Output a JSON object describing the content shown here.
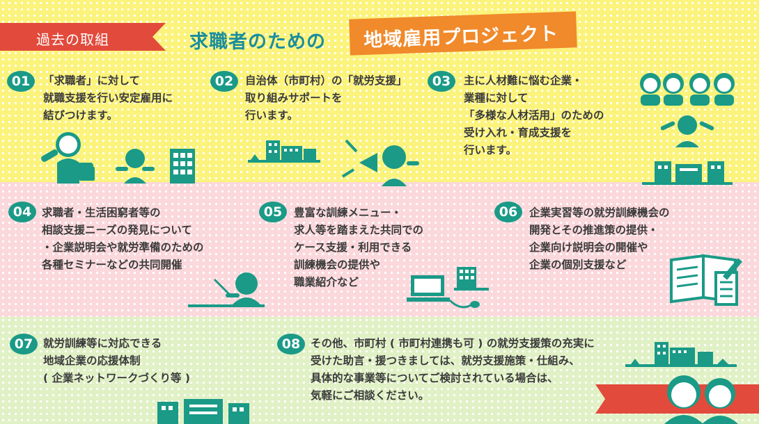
{
  "header": {
    "ribbon_label": "過去の取組",
    "title": "求職者のための",
    "title_box": "地域雇用プロジェクト"
  },
  "items": [
    {
      "num": "01",
      "lines": [
        "「求職者」に対して",
        "就職支援を行い安定雇用に",
        "結びつけます。"
      ]
    },
    {
      "num": "02",
      "lines": [
        "自治体（市町村）の「就労支援」",
        "取り組みサポートを",
        "行います。"
      ]
    },
    {
      "num": "03",
      "lines": [
        "主に人材難に悩む企業・",
        "業種に対して",
        "「多様な人材活用」のための",
        "受け入れ・育成支援を",
        "行います。"
      ]
    },
    {
      "num": "04",
      "lines": [
        "求職者・生活困窮者等の",
        "相談支援ニーズの発見について",
        "・企業説明会や就労準備のための",
        "各種セミナーなどの共同開催"
      ]
    },
    {
      "num": "05",
      "lines": [
        "豊富な訓練メニュー・",
        "求人等を踏まえた共同での",
        "ケース支援・利用できる",
        "訓練機会の提供や",
        "職業紹介など"
      ]
    },
    {
      "num": "06",
      "lines": [
        "企業実習等の就労訓練機会の",
        "開発とその推進策の提供・",
        "企業向け説明会の開催や",
        "企業の個別支援など"
      ]
    },
    {
      "num": "07",
      "lines": [
        "就労訓練等に対応できる",
        "地域企業の応援体制",
        "( 企業ネットワークづくり等 )"
      ]
    },
    {
      "num": "08",
      "lines": [
        "その他、市町村 ( 市町村連携も可 ) の就労支援策の充実に",
        "受けた助言・援つきましては、就労支援施策・仕組み、",
        "具体的な事業等についてご検討されている場合は、",
        "気軽にご相談ください。"
      ]
    }
  ],
  "icons": {
    "item01": "job-seeker-handshake-icon",
    "item02": "town-megaphone-icon",
    "item03": "diverse-workers-company-icon",
    "item04": "seminar-presenter-icon",
    "item05": "computer-office-icon",
    "item06": "document-pencil-icon",
    "item07": "company-building-icon",
    "item08": "community-people-icon"
  },
  "colors": {
    "teal": "#1a9a87",
    "accent_red": "#e24a3b",
    "accent_orange": "#f08a2b",
    "title_teal": "#1b8e9a",
    "bg_yellow": "#fbf37c",
    "bg_pink": "#fbd8dc",
    "bg_green": "#e1f1c6"
  }
}
